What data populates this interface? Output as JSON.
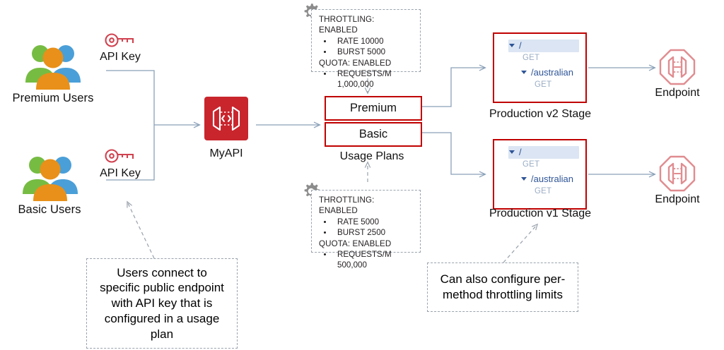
{
  "diagram": {
    "title": "API Gateway usage plans and API keys architecture"
  },
  "actors": [
    {
      "id": "premium-users",
      "label": "Premium Users",
      "key_label": "API Key",
      "key_icon": "key-icon",
      "people_icon": "people-group-icon"
    },
    {
      "id": "basic-users",
      "label": "Basic Users",
      "key_label": "API Key",
      "key_icon": "key-icon",
      "people_icon": "people-group-icon"
    }
  ],
  "gateway": {
    "label": "MyAPI",
    "icon": "api-gateway-icon",
    "color": "#c9252d"
  },
  "usage_plans": {
    "group_label": "Usage Plans",
    "border_color": "#c00000",
    "plans": [
      {
        "id": "premium-plan",
        "label": "Premium"
      },
      {
        "id": "basic-plan",
        "label": "Basic"
      }
    ]
  },
  "configs": [
    {
      "id": "premium-config",
      "icon": "gear-icon",
      "throttling_header": "THROTTLING: ENABLED",
      "throttling_items": [
        "RATE 10000",
        "BURST 5000"
      ],
      "quota_header": "QUOTA: ENABLED",
      "quota_items": [
        "REQUESTS/M 1,000,000"
      ]
    },
    {
      "id": "basic-config",
      "icon": "gear-icon",
      "throttling_header": "THROTTLING: ENABLED",
      "throttling_items": [
        "RATE 5000",
        "BURST 2500"
      ],
      "quota_header": "QUOTA: ENABLED",
      "quota_items": [
        "REQUESTS/M 500,000"
      ]
    }
  ],
  "stages": [
    {
      "id": "production-v2-stage",
      "label": "Production v2 Stage",
      "border_color": "#c00000",
      "tree": [
        {
          "type": "resource",
          "label": "/",
          "selected": true,
          "depth": 0
        },
        {
          "type": "method",
          "label": "GET",
          "selected": false,
          "depth": 1
        },
        {
          "type": "resource",
          "label": "/australian",
          "selected": false,
          "depth": 1
        },
        {
          "type": "method",
          "label": "GET",
          "selected": false,
          "depth": 2
        }
      ]
    },
    {
      "id": "production-v1-stage",
      "label": "Production v1 Stage",
      "border_color": "#c00000",
      "tree": [
        {
          "type": "resource",
          "label": "/",
          "selected": true,
          "depth": 0
        },
        {
          "type": "method",
          "label": "GET",
          "selected": false,
          "depth": 1
        },
        {
          "type": "resource",
          "label": "/australian",
          "selected": false,
          "depth": 1
        },
        {
          "type": "method",
          "label": "GET",
          "selected": false,
          "depth": 2
        }
      ]
    }
  ],
  "endpoints": [
    {
      "id": "endpoint-v2",
      "label": "Endpoint",
      "icon": "endpoint-octagon-icon"
    },
    {
      "id": "endpoint-v1",
      "label": "Endpoint",
      "icon": "endpoint-octagon-icon"
    }
  ],
  "callouts": [
    {
      "id": "callout-users",
      "text": "Users connect to specific public endpoint with API key that is configured in a usage plan"
    },
    {
      "id": "callout-throttling",
      "text": "Can also configure per-method throttling limits"
    }
  ],
  "colors": {
    "connector": "#8aa0b8",
    "dashed": "#9aa3ad",
    "plan_border": "#c00000",
    "tree_text": "#2f5597",
    "tree_method": "#9badc4",
    "tree_selection": "#dbe5f3",
    "people_green": "#76bc43",
    "people_blue": "#4a9fd8",
    "people_orange": "#e8901a",
    "key_red": "#d0424f",
    "endpoint_red": "#e08c90"
  }
}
